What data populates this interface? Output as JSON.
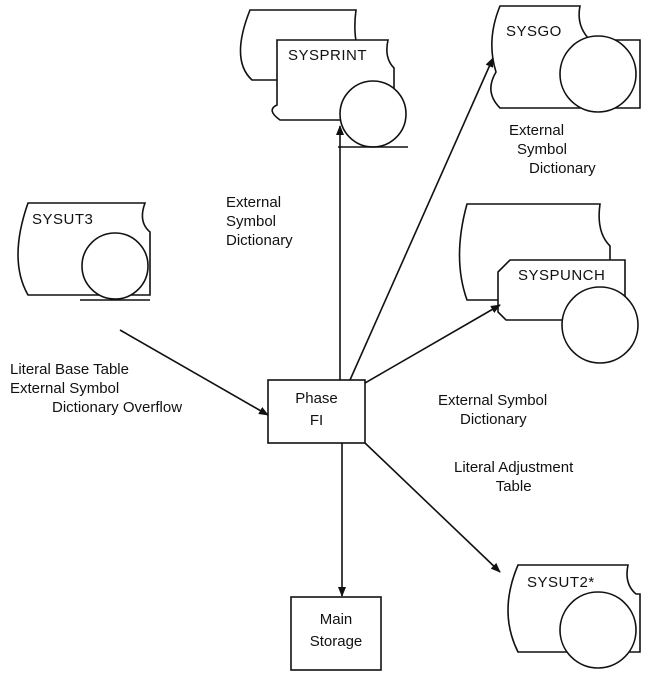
{
  "devices": {
    "sysprint": "SYSPRINT",
    "sysgo": "SYSGO",
    "sysut3": "SYSUT3",
    "syspunch": "SYSPUNCH",
    "sysut2": "SYSUT2*"
  },
  "phase": {
    "line1": "Phase",
    "line2": "FI"
  },
  "storage": {
    "line1": "Main",
    "line2": "Storage"
  },
  "labels": {
    "sysprint_flow": [
      "External",
      "Symbol",
      "Dictionary"
    ],
    "sysgo_flow": [
      "External",
      "Symbol",
      "Dictionary"
    ],
    "sysut3_flow": [
      "Literal Base Table",
      "External Symbol",
      "Dictionary Overflow"
    ],
    "syspunch_flow": [
      "External Symbol",
      "Dictionary"
    ],
    "sysut2_flow": [
      "Literal Adjustment",
      "Table"
    ]
  }
}
